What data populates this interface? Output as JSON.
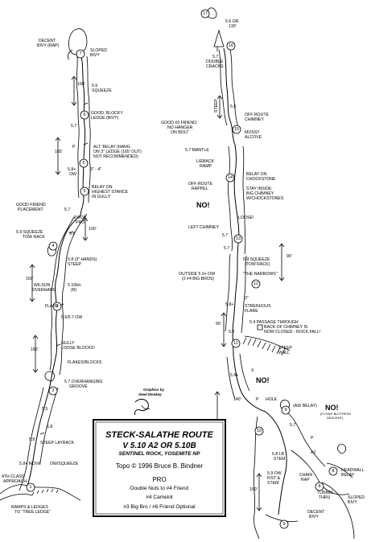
{
  "legend": {
    "title": "STECK-SALATHE ROUTE",
    "grade": "V 5.10 A2 OR 5.10B",
    "location": "SENTINEL ROCK, YOSEMITE NP",
    "topo_credit": "Topo © 1996  Bruce B. Bindner",
    "pro_heading": "PRO",
    "pro_lines": [
      "Double Nuts to #4 Friend",
      "#4 Camelot",
      "#3 Big Bro / #6 Friend Optional"
    ]
  },
  "credit": {
    "line1": "Graphics by",
    "line2": "Steel Monkey"
  },
  "belay_numbers": [
    "1",
    "2",
    "3",
    "4",
    "5",
    "6",
    "7",
    "8",
    "9",
    "10",
    "11",
    "12",
    "13",
    "14",
    "15",
    "16",
    "17"
  ],
  "left_labels": [
    "DECENT",
    "BIVY (RAP)",
    "SLOPED",
    "BIVY",
    "160'",
    "5.6",
    "SQUEEZE",
    "GOOD, BLOCKY",
    "LEDGE (BIVY)",
    "5.7",
    "165'",
    "P",
    "ALT. BELAY (HANG",
    "ON 3\" LEDGE (165' OUT)",
    "NOT RECOMMENDED)",
    "5.8+",
    "OW",
    "3\" - 4\"",
    "BELAY ON",
    "HIGHEST STANCE",
    "IN GULLY",
    "5.7",
    "GOOD FRIEND",
    "PLACEMENT",
    "POOR",
    "PRO",
    "100'",
    "5.9 SQUEEZE",
    "TOW RACK",
    "5.8",
    "5.8 (3\" HANDS)",
    "STEEP",
    "150'",
    "WILSON",
    "OVERHANG",
    "5.10b/c",
    "(R)",
    "FLARE",
    "5.6/5.7 OW",
    "165'",
    "GULLY",
    "LOOSE BLOCKS!",
    "FLAKES/BLOCKS",
    "5.7 OVERHANGING",
    "GROOVE",
    "5.5",
    "5.8",
    "STEEP LAYRACK",
    "5.8",
    "5.8+ MOVE",
    "OW/SQUEEZE",
    "4TH CLASS",
    "APPROACH",
    "RAMPS & LEDGES",
    "TO \"TREE LEDGE\""
  ],
  "right_labels": [
    "5.6 OR",
    "130'",
    "5.7",
    "DOUBLE",
    "CRACKS",
    "STEEP",
    "5.9",
    "OFF ROUTE",
    "CHIMNEY",
    "GOOD #3 FRIEND;",
    "NO HANGER",
    "ON BOLT",
    "MOSSY",
    "ALCOVE",
    "5.7 MANTLE",
    "LIEBACK",
    "RAMP",
    "BELAY ON",
    "CHOCKSTONE",
    "OFF ROUTE",
    "RAPPEL",
    "STAY INSIDE",
    "BIG CHIMNEY",
    "W/CHOCKSTONES",
    "NO!",
    "LOOSE!",
    "LEFT CHIMNEY",
    "5.7",
    "5.7",
    "5.9 SQUEEZE",
    "(TOW RACK)",
    "90'",
    "\"THE NARROWS\"",
    "OUTSIDE 5.9+ OW",
    "(2 #4 BIG BROS)",
    "3\"",
    "5.8+",
    "STRENUOUS",
    "FLARE",
    "5.4  PASSAGE THROUGH",
    "BACK OF CHIMNEY IS",
    "NOW CLOSED - ROCK FALL!",
    "90'",
    "5.8",
    "STEEP",
    "WALL",
    "5.9+",
    "X",
    "NO!",
    "140'",
    "P",
    "HOLE",
    "(AID BELAY)",
    "NO!",
    "(FLYING BUTTRESS",
    "DESCENT)",
    "5.7",
    "A2",
    "P",
    "5.8 LB",
    "STEM",
    "HEADWALL",
    "BELAY",
    "CHAIN",
    "RAP",
    "5.9 OW",
    "FIST &",
    "STEM",
    "150'",
    "TUNNEL",
    "THRU",
    "SLOPED",
    "BIVY",
    "DECENT",
    "BIVY"
  ]
}
